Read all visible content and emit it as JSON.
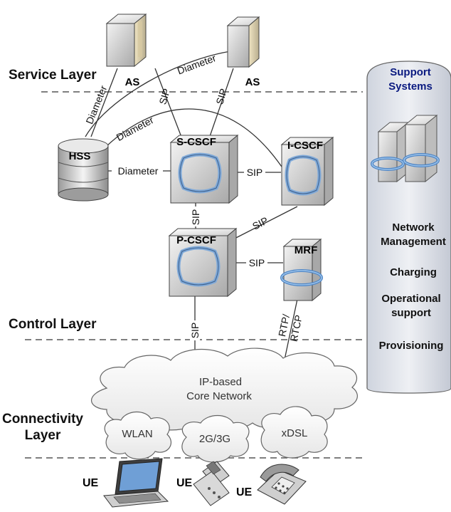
{
  "layers": {
    "service": "Service Layer",
    "control": "Control Layer",
    "connectivity_line1": "Connectivity",
    "connectivity_line2": "Layer"
  },
  "nodes": {
    "as_left": "AS",
    "as_right": "AS",
    "hss": "HSS",
    "scscf": "S-CSCF",
    "icscf": "I-CSCF",
    "pcscf": "P-CSCF",
    "mrf": "MRF"
  },
  "edges": {
    "as_left_hss": "Diameter",
    "as_right_hss": "Diameter",
    "as_left_scscf": "SIP",
    "as_right_scscf": "SIP",
    "hss_icscf": "Diameter",
    "hss_scscf": "Diameter",
    "scscf_icscf": "SIP",
    "scscf_pcscf": "SIP",
    "pcscf_icscf": "SIP",
    "pcscf_mrf": "SIP",
    "pcscf_core": "SIP",
    "mrf_core_line1": "RTP/",
    "mrf_core_line2": "RTCP"
  },
  "network": {
    "core_line1": "IP-based",
    "core_line2": "Core Network",
    "access": [
      "WLAN",
      "2G/3G",
      "xDSL"
    ]
  },
  "support": {
    "title_line1": "Support",
    "title_line2": "Systems",
    "items": [
      [
        "Network",
        "Management"
      ],
      [
        "Charging"
      ],
      [
        "Operational",
        "support"
      ],
      [
        "Provisioning"
      ]
    ]
  },
  "ue": {
    "laptop": "UE",
    "mobile": "UE",
    "phone": "UE"
  },
  "colors": {
    "server_face": "#d4d4d4",
    "server_side": "#e9dfc0",
    "cscf_arrow": "#7fa9d8",
    "support_fill": "#dfe3ea",
    "support_title": "#0a1a80"
  }
}
